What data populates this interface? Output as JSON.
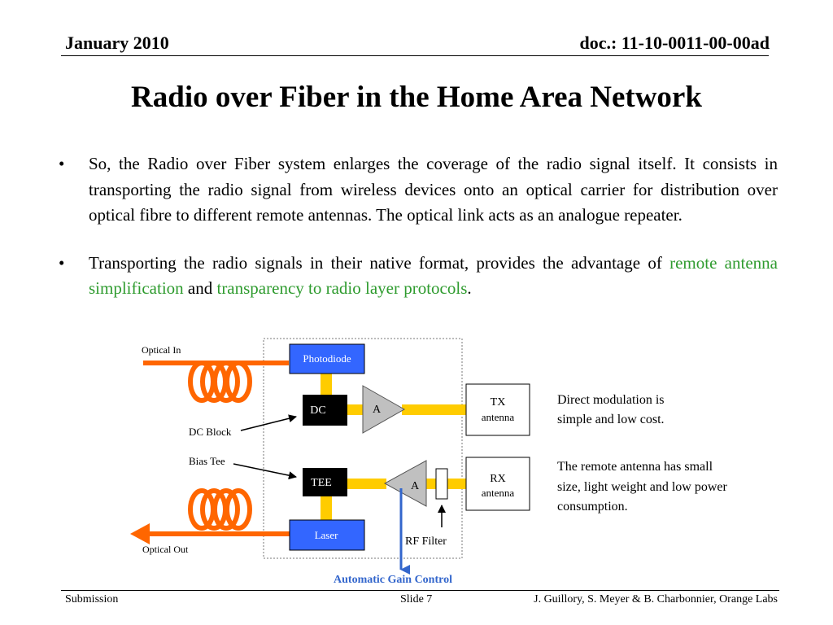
{
  "header": {
    "date": "January 2010",
    "doc": "doc.: 11-10-0011-00-00ad"
  },
  "title": "Radio over Fiber in the Home Area Network",
  "bullets": [
    {
      "marker": "•",
      "text": "So, the Radio over Fiber system enlarges the coverage of the radio signal itself. It consists in transporting the radio signal from wireless devices onto an optical carrier for distribution over optical fibre to different remote antennas. The optical link acts as an analogue repeater."
    },
    {
      "marker": "•",
      "pre": "Transporting the radio signals in their native format, provides the advantage of ",
      "hl1": "remote antenna simplification",
      "mid": " and ",
      "hl2": "transparency to radio layer protocols",
      "post": "."
    }
  ],
  "diagram": {
    "optical_in": "Optical In",
    "optical_out": "Optical Out",
    "photodiode": "Photodiode",
    "dc": "DC",
    "tee": "TEE",
    "laser": "Laser",
    "amp_top": "A",
    "amp_bottom": "A",
    "dc_block": "DC Block",
    "bias_tee": "Bias Tee",
    "tx_line1": "TX",
    "tx_line2": "antenna",
    "rx_line1": "RX",
    "rx_line2": "antenna",
    "rf_filter": "RF Filter",
    "agc": "Automatic Gain Control",
    "note1_line1": "Direct modulation is",
    "note1_line2": "simple and low cost.",
    "note2_line1": "The remote antenna has small",
    "note2_line2": "size, light weight and low power",
    "note2_line3": "consumption.",
    "colors": {
      "block_blue": "#3366ff",
      "fiber_orange": "#ff6600",
      "wire_yellow": "#ffcc00",
      "agc_blue": "#3366cc",
      "highlight_green": "#2e9b2e"
    }
  },
  "footer": {
    "left": "Submission",
    "slide": "Slide 7",
    "right": "J. Guillory, S. Meyer & B. Charbonnier, Orange Labs"
  }
}
